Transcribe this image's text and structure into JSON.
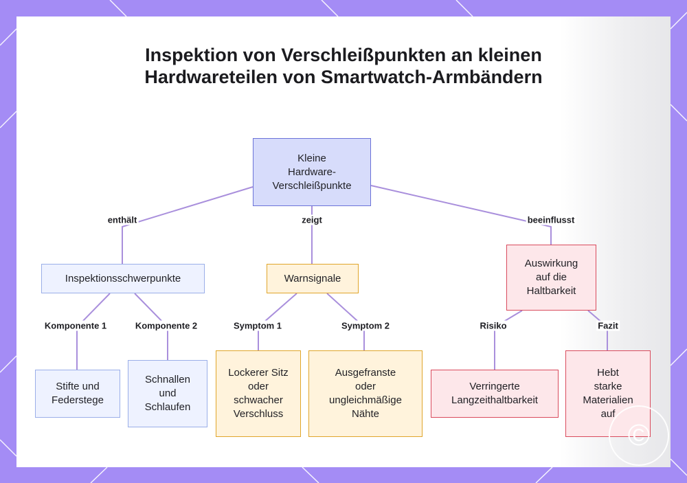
{
  "title": "Inspektion von Verschleißpunkten an kleinen Hardwareteilen von Smartwatch-Armbändern",
  "nodes": {
    "root": "Kleine Hardware-Verschleißpunkte",
    "focus": "Inspektionsschwerpunkte",
    "signals": "Warnsignale",
    "impact": "Auswirkung auf die Haltbarkeit",
    "pins": "Stifte und Federstege",
    "buckles": "Schnallen und Schlaufen",
    "loose": "Lockerer Sitz oder schwacher Verschluss",
    "frayed": "Ausgefranste oder ungleichmäßige Nähte",
    "reduced": "Verringerte Langzeithaltbarkeit",
    "highlights": "Hebt starke Materialien auf"
  },
  "edges": {
    "contains": "enthält",
    "shows": "zeigt",
    "affects": "beeinflusst",
    "component1": "Komponente 1",
    "component2": "Komponente 2",
    "symptom1": "Symptom 1",
    "symptom2": "Symptom 2",
    "risk": "Risiko",
    "conclusion": "Fazit"
  },
  "colors": {
    "frame": "#a48cf5",
    "link": "#a98fdc",
    "root": "#d7dcfb",
    "focus": "#eef2ff",
    "signals": "#fff3dc",
    "impact": "#fde7ea"
  },
  "icons": {
    "watermark": "circle-c-logo-icon"
  }
}
